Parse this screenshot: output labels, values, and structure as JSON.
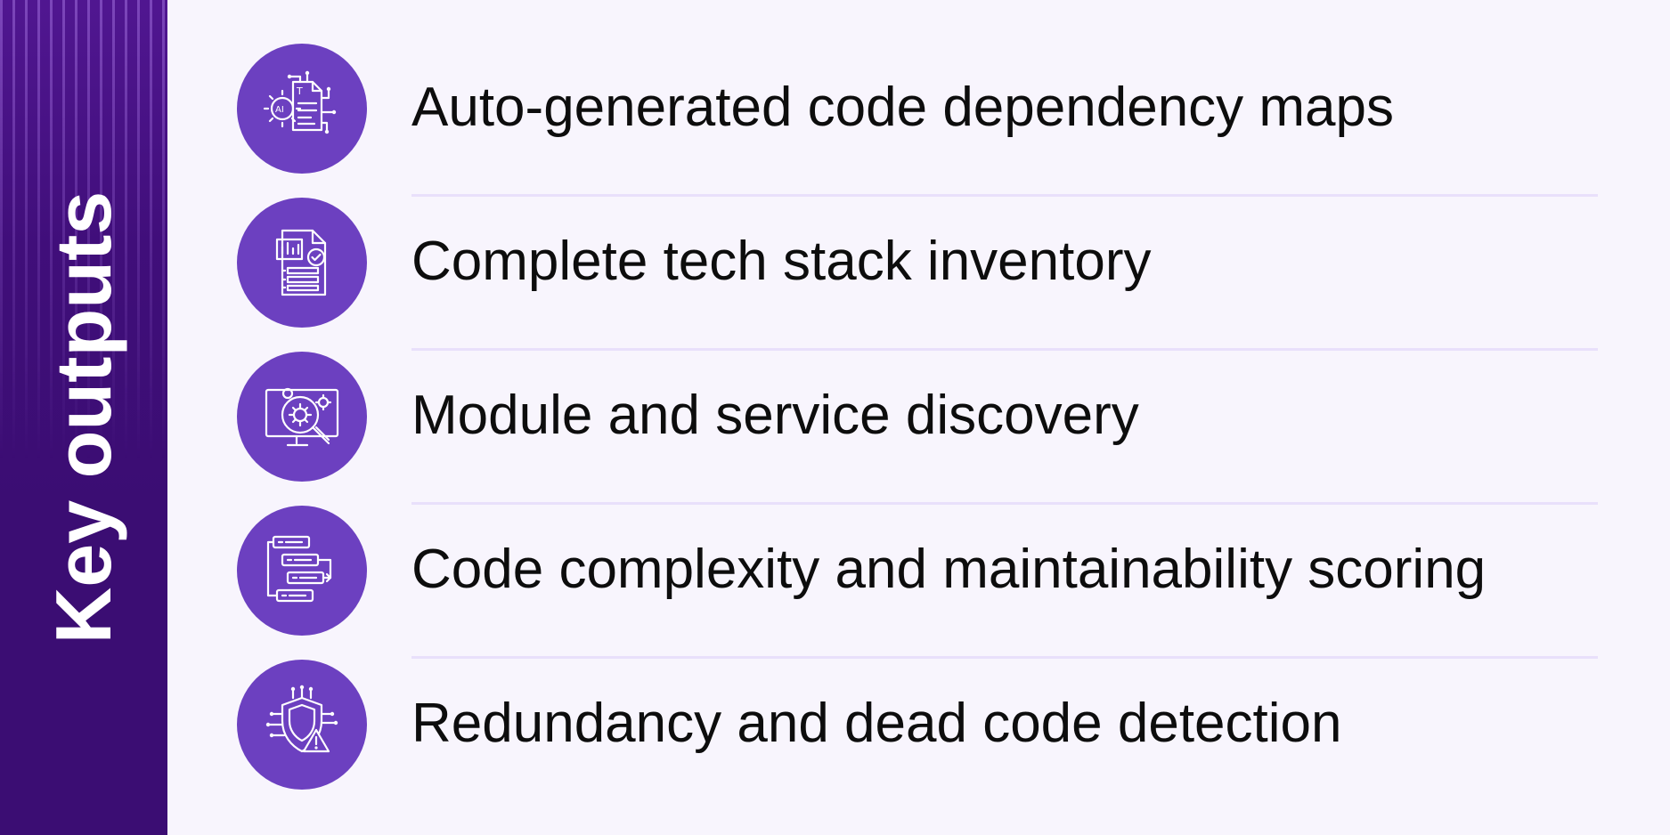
{
  "sidebar": {
    "title": "Key outputs",
    "background": "#3b0d73"
  },
  "accent": "#6c40c0",
  "items": [
    {
      "label": "Auto-generated code dependency maps",
      "icon": "ai-document-circuit-icon"
    },
    {
      "label": "Complete tech stack inventory",
      "icon": "checked-report-document-icon"
    },
    {
      "label": "Module and service discovery",
      "icon": "gear-magnifier-monitor-icon"
    },
    {
      "label": "Code complexity and maintainability scoring",
      "icon": "stacked-code-blocks-icon"
    },
    {
      "label": "Redundancy and dead code detection",
      "icon": "shield-warning-circuit-icon"
    }
  ]
}
